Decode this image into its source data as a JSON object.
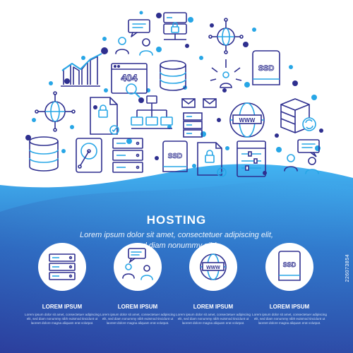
{
  "title": "HOSTING",
  "subtitle": "Lorem ipsum dolor sit amet, consectetuer adipiscing elit, sed diam nonummy nibh",
  "stock_id": "226073854",
  "features": [
    {
      "caption": "LOREM IPSUM",
      "icon": "server-rack-icon",
      "text": "Lorem ipsum dolor sit amet, consectetuer adipiscing elit, sed diam nonummy nibh euismod tincidunt ut laoreet dolore magna aliquam erat volutpat."
    },
    {
      "caption": "LOREM IPSUM",
      "icon": "chat-users-icon",
      "text": "Lorem ipsum dolor sit amet, consectetuer adipiscing elit, sed diam nonummy nibh euismod tincidunt ut laoreet dolore magna aliquam erat volutpat."
    },
    {
      "caption": "LOREM IPSUM",
      "icon": "www-globe-icon",
      "text": "Lorem ipsum dolor sit amet, consectetuer adipiscing elit, sed diam nonummy nibh euismod tincidunt ut laoreet dolore magna aliquam erat volutpat."
    },
    {
      "caption": "LOREM IPSUM",
      "icon": "ssd-drive-icon",
      "text": "Lorem ipsum dolor sit amet, consectetuer adipiscing elit, sed diam nonummy nibh euismod tincidunt ut laoreet dolore magna aliquam erat volutpat."
    }
  ],
  "icon_labels": {
    "error": "404",
    "ssd": "SSD",
    "www": "WWW"
  },
  "colors": {
    "navy": "#2e2f8f",
    "blue": "#27a6e6",
    "wave_top": "#3ba9ef",
    "wave_bottom": "#283b9c"
  }
}
